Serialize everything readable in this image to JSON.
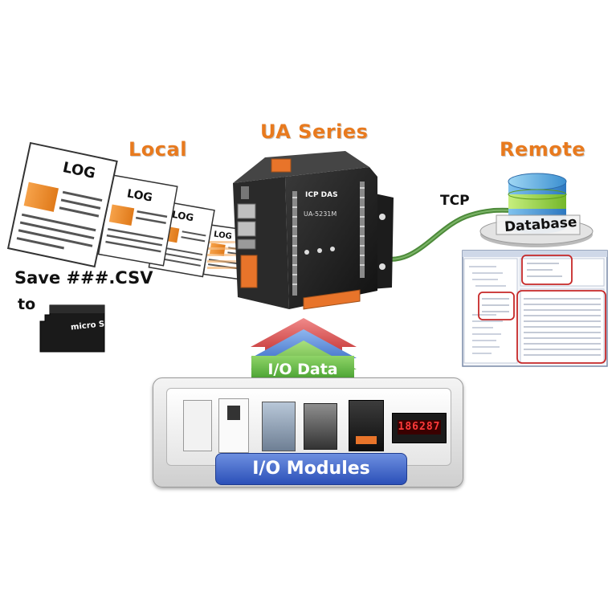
{
  "labels": {
    "local": "Local",
    "ua_series": "UA Series",
    "remote": "Remote",
    "tcp": "TCP",
    "database": "Database",
    "save_csv": "Save ###.CSV",
    "to": "to",
    "io_data": "I/O Data",
    "io_modules": "I/O Modules"
  },
  "log_docs": [
    "LOG",
    "LOG",
    "LOG",
    "LOG"
  ],
  "device": {
    "brand": "ICP DAS",
    "model": "UA-5231M"
  },
  "sd_card": {
    "brand": "micro SD"
  },
  "meter_display": "186287",
  "colors": {
    "accent_orange": "#e87a1e",
    "io_data_green": "#4caf34",
    "modules_blue": "#2b50b8",
    "cable_green": "#4d8a3a"
  }
}
